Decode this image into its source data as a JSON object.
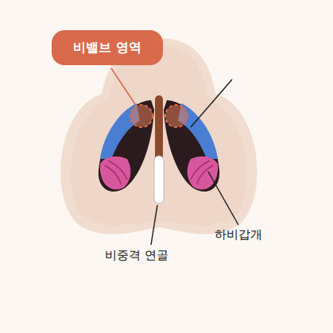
{
  "diagram": {
    "nodes": [
      {
        "text": [
          "비밸브 영역"
        ]
      }
    ],
    "labels": [
      "하비갑개",
      "비중격 연골"
    ]
  }
}
